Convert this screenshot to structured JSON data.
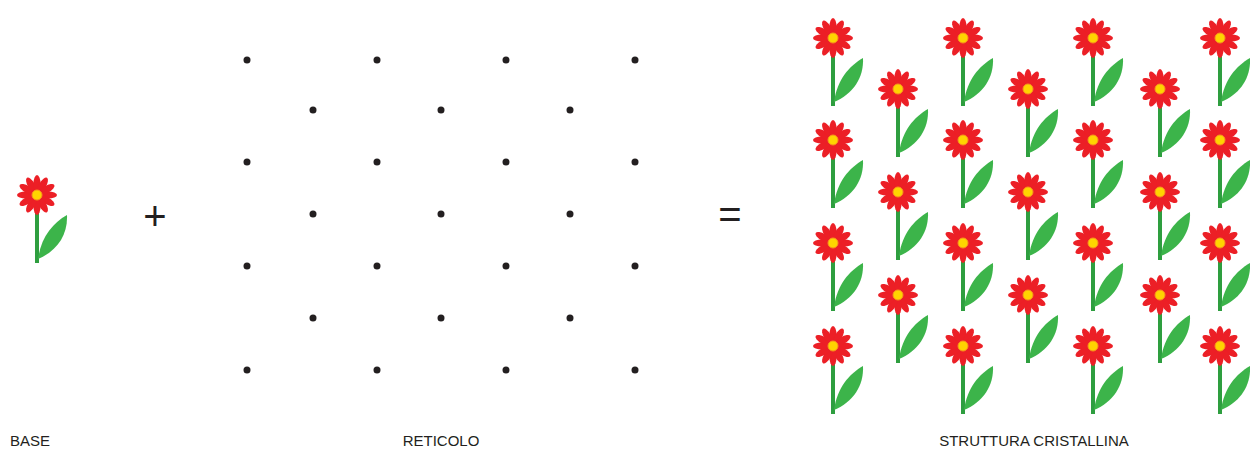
{
  "diagram": {
    "labels": [
      "+",
      "=",
      "BASE",
      "RETICOLO",
      "STRUTTURA CRISTALLINA"
    ]
  }
}
